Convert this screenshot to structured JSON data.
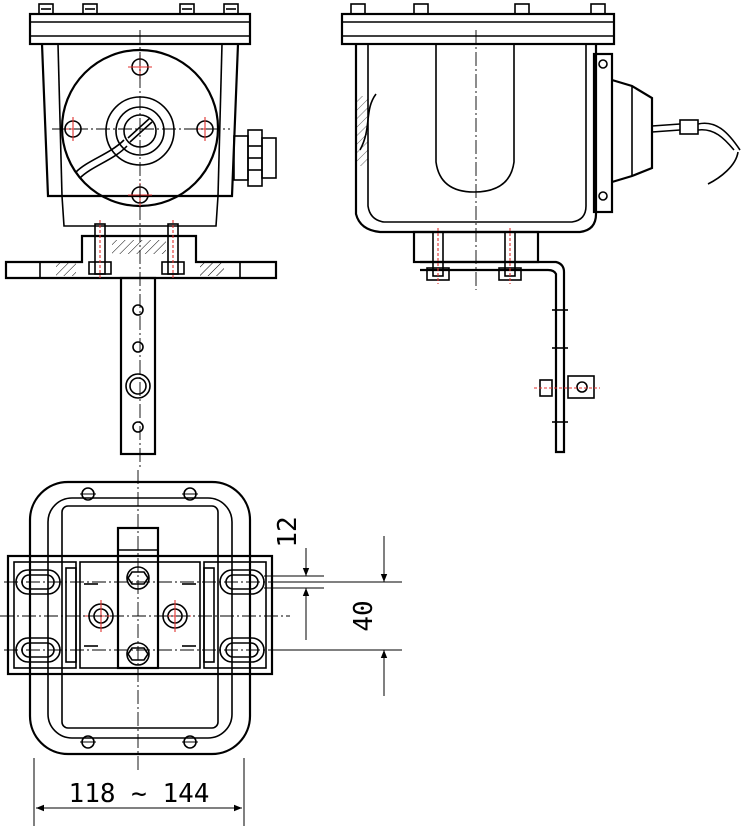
{
  "drawing": {
    "dimensions": {
      "width_range": "118 ~ 144",
      "slot_width": "12",
      "slot_spacing": "40"
    }
  }
}
